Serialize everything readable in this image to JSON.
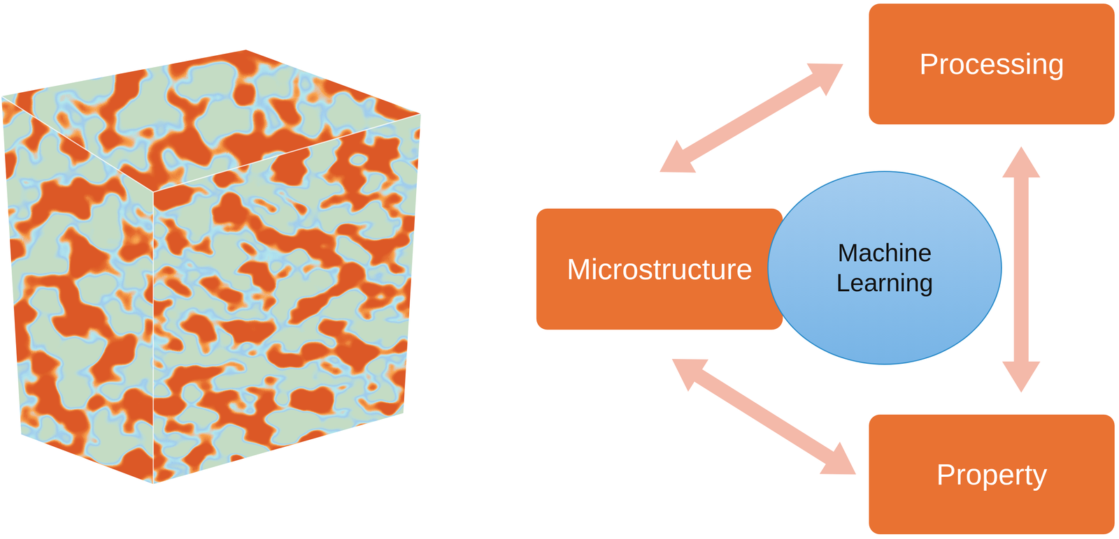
{
  "diagram": {
    "nodes": [
      {
        "text": [
          "Processing"
        ]
      },
      {
        "text": [
          "Microstructure"
        ]
      },
      {
        "text": [
          "Machine Learning"
        ]
      },
      {
        "text": [
          "Property"
        ]
      }
    ],
    "edges": [
      {
        "from": 1,
        "to": 0,
        "arrow": "both"
      },
      {
        "from": 0,
        "to": 3,
        "arrow": "both"
      },
      {
        "from": 1,
        "to": 3,
        "arrow": "both"
      }
    ]
  }
}
